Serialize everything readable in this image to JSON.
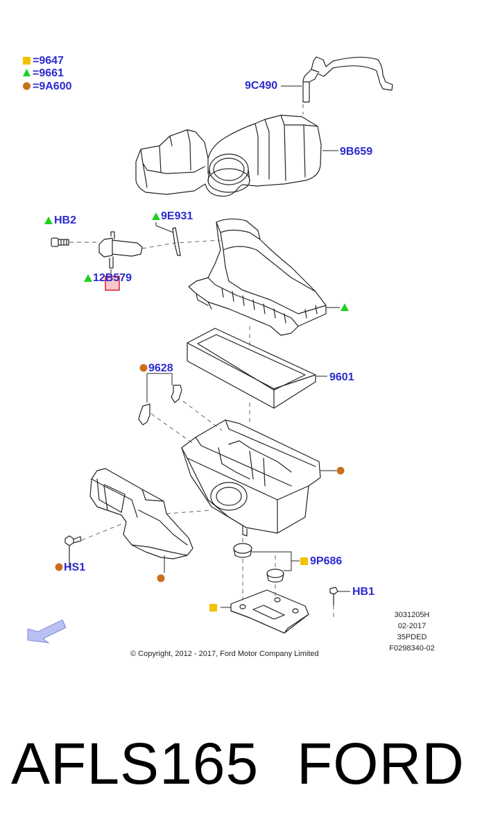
{
  "legend": [
    {
      "symbol": "square",
      "color": "#f2c200",
      "code": "9647"
    },
    {
      "symbol": "triangle",
      "color": "#1fd11f",
      "code": "9661"
    },
    {
      "symbol": "circle",
      "color": "#c8701e",
      "code": "9A600"
    }
  ],
  "labels": {
    "9C490": "9C490",
    "9B659": "9B659",
    "HB2": "HB2",
    "9E931": "9E931",
    "12B579": "12B579",
    "9628": "9628",
    "9601": "9601",
    "9P686": "9P686",
    "HS1": "HS1",
    "HB1": "HB1"
  },
  "meta": {
    "line1": "3031205H",
    "line2": "02-2017",
    "line3": "35PDED",
    "line4": "F0298340-02"
  },
  "copyright": "© Copyright, 2012 - 2017, Ford Motor Company Limited",
  "caption": {
    "left": "AFLS165",
    "right": "FORD"
  },
  "colors": {
    "label_blue": "#2a2ad0",
    "highlight_red": "#e0202a",
    "arrow_blue": "#8a94e6"
  },
  "icons": {
    "front_arrow": "arrow-icon"
  }
}
